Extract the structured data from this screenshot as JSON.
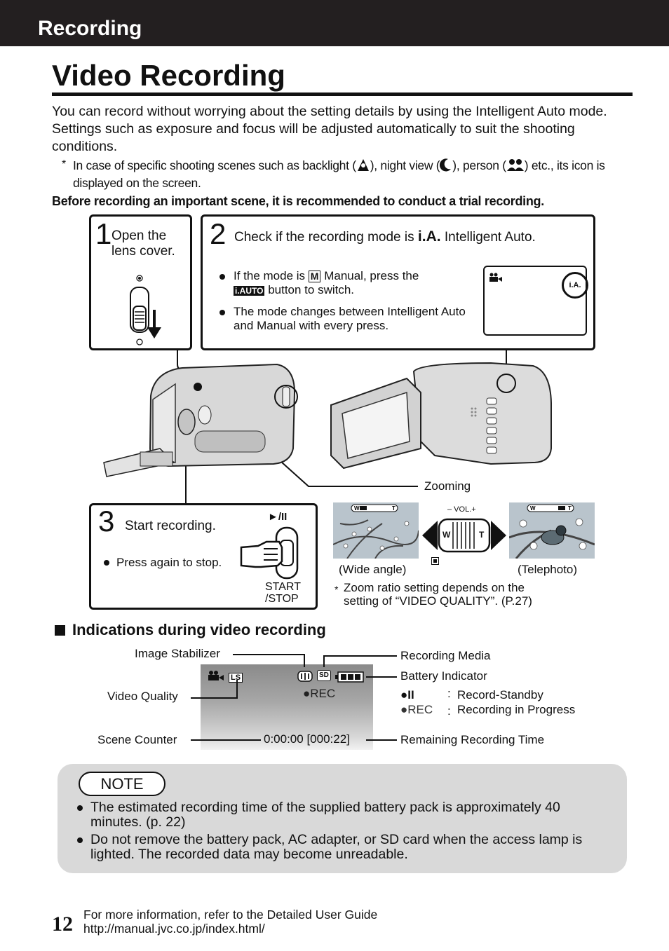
{
  "header": {
    "section": "Recording"
  },
  "title": "Video Recording",
  "intro": {
    "paragraph": "You can record without worrying about the setting details by using the Intelligent Auto mode. Settings such as exposure and focus will be adjusted automatically to suit the shooting conditions.",
    "footnote_mark": "*",
    "footnote_part1": "In case of specific shooting scenes such as backlight (",
    "footnote_part2": "), night view (",
    "footnote_part3": "), person (",
    "footnote_part4": ") etc., its icon is displayed on the screen.",
    "warning": "Before recording an important scene, it is recommended to conduct a trial recording."
  },
  "step1": {
    "number": "1",
    "text_line1": "Open the",
    "text_line2": "lens cover."
  },
  "step2": {
    "number": "2",
    "text_before": "Check if the recording mode is",
    "ia_mark": "i.A.",
    "text_after": "Intelligent Auto.",
    "bullet1_before": "If the mode is",
    "bullet1_mode": "M",
    "bullet1_after": "Manual, press the",
    "bullet1_button": "i.AUTO",
    "bullet1_end": "button to switch.",
    "bullet2": "The mode changes between Intelligent Auto and Manual with every press.",
    "lcd_badge": "i.A."
  },
  "camera": {
    "zooming_label": "Zooming"
  },
  "step3": {
    "number": "3",
    "text": "Start recording.",
    "bullet": "Press again to stop.",
    "play_pause_icon": "►/II",
    "button_label_line1": "START",
    "button_label_line2": "/STOP"
  },
  "zoom": {
    "wide_label": "(Wide angle)",
    "tele_label": "(Telephoto)",
    "vol_label": "– VOL.+",
    "w": "W",
    "t": "T",
    "note_mark": "*",
    "note": "Zoom ratio setting depends on the setting of “VIDEO QUALITY”. (P.27)"
  },
  "indications": {
    "heading": "Indications during video recording",
    "image_stabilizer": "Image Stabilizer",
    "video_quality": "Video Quality",
    "scene_counter": "Scene Counter",
    "recording_media": "Recording Media",
    "battery_indicator": "Battery Indicator",
    "standby_mark": "●II",
    "standby_sep": ":",
    "standby_text": "Record-Standby",
    "rec_mark": "●REC",
    "rec_sep": ":",
    "rec_text": "Recording in Progress",
    "remaining": "Remaining Recording Time",
    "screen_quality": "LS",
    "screen_media": "SD",
    "screen_rec": "●REC",
    "screen_counter": "0:00:00 [000:22]"
  },
  "note": {
    "label": "NOTE",
    "items": [
      "The estimated recording time of the supplied battery pack is approximately 40 minutes. (p. 22)",
      "Do not remove the battery pack, AC adapter, or SD card when the access lamp is lighted. The recorded data may become unreadable."
    ]
  },
  "footer": {
    "page": "12",
    "line1": "For more information, refer to the Detailed User Guide",
    "line2": "http://manual.jvc.co.jp/index.html/"
  }
}
